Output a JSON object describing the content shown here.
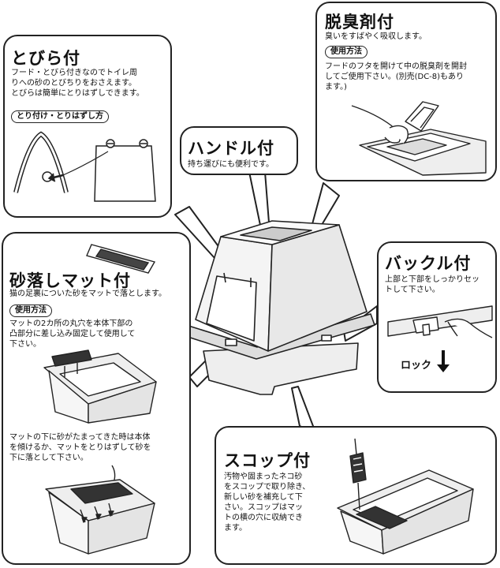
{
  "door": {
    "title": "とびら付",
    "desc": [
      "フード・とびら付きなのでトイレ周",
      "りへの砂のとびちりをおさえます。",
      "とびらは簡単にとりはずしできます。"
    ],
    "howto_label": "とり付け・とりはずし方"
  },
  "handle": {
    "title": "ハンドル付",
    "desc": "持ち運びにも便利です。"
  },
  "deodorizer": {
    "title": "脱臭剤付",
    "desc": "臭いをすばやく吸収します。",
    "usage_label": "使用方法",
    "usage_text": [
      "フードのフタを開けて中の脱臭剤を開封",
      "してご使用下さい。(別売(DC-8)もあり",
      "ます。)"
    ]
  },
  "buckle": {
    "title": "バックル付",
    "desc": [
      "上部と下部をしっかりセッ",
      "トして下さい。"
    ],
    "lock_label": "ロック"
  },
  "mat": {
    "title": "砂落しマット付",
    "desc": "猫の足裏についた砂をマットで落とします。",
    "usage_label": "使用方法",
    "usage_text": [
      "マットの2カ所の丸穴を本体下部の",
      "凸部分に差し込み固定して使用して",
      "下さい。"
    ],
    "note": [
      "マットの下に砂がたまってきた時は本体",
      "を傾けるか、マットをとりはずして砂を",
      "下に落として下さい。"
    ]
  },
  "scoop": {
    "title": "スコップ付",
    "desc": [
      "汚物や固まったネコ砂",
      "をスコップで取り除き、",
      "新しい砂を補充して下",
      "さい。スコップはマッ",
      "トの横の穴に収納でき",
      "ます。"
    ]
  }
}
